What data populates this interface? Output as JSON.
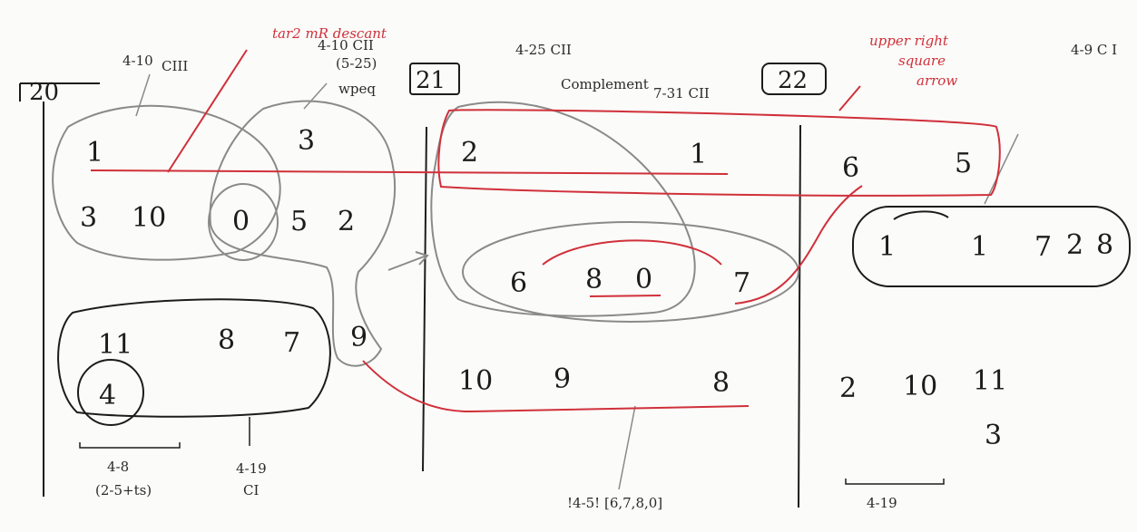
{
  "colors": {
    "ink": "#1c1c1c",
    "pencil": "#8a8a8a",
    "red": "#d0303a",
    "paper": "#fbfbf9"
  },
  "measures": [
    {
      "label": "20"
    },
    {
      "label": "21"
    },
    {
      "label": "22"
    }
  ],
  "m20": {
    "top_left": "1",
    "top_mid": "3",
    "r2": [
      "3",
      "10",
      "0",
      "5",
      "2"
    ],
    "r3": [
      "11",
      "8",
      "7",
      "9"
    ],
    "circled": "4",
    "ann_a": "4-10",
    "ann_b": "CIII",
    "ann_c1": "4-10 CII",
    "ann_c2": "(5-25)",
    "ann_c3": "wpeq",
    "red_note": "tar2 mR descant",
    "brace_label": "4-8",
    "brace_sub": "(2-5+ts)",
    "bottom_label": "4-19",
    "bottom_sub": "CI"
  },
  "m21": {
    "r1": [
      "2",
      "1"
    ],
    "r2": [
      "6",
      "8",
      "0",
      "7"
    ],
    "r3": [
      "10",
      "9",
      "8"
    ],
    "ann_a": "4-25 CII",
    "ann_b1": "Complement",
    "ann_b2": "7-31 CII",
    "bottom_note": "!4-5! [6,7,8,0]"
  },
  "m22": {
    "r1": [
      "6",
      "5"
    ],
    "r2": [
      "1",
      "1",
      "7",
      "2",
      "8"
    ],
    "r3": [
      "2",
      "10",
      "11"
    ],
    "r4": "3",
    "ann": "4-9 C I",
    "red_note1": "upper right",
    "red_note2": "square",
    "red_note3": "arrow",
    "brace_label": "4-19"
  }
}
